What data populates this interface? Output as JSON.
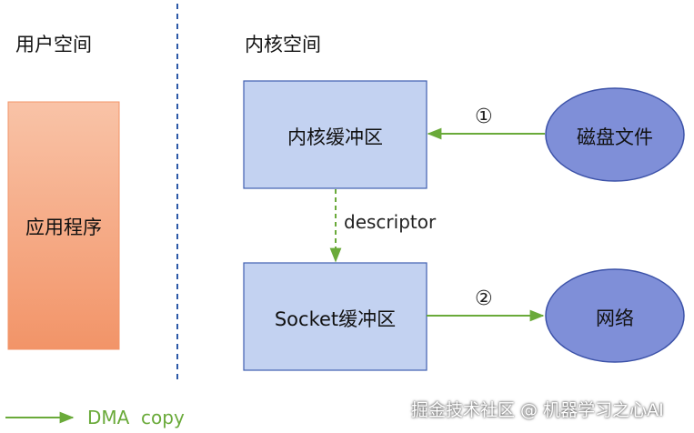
{
  "regions": {
    "user_space": "用户空间",
    "kernel_space": "内核空间"
  },
  "nodes": {
    "app": "应用程序",
    "kernel_buffer": "内核缓冲区",
    "socket_buffer": "Socket缓冲区",
    "disk_file": "磁盘文件",
    "network": "网络"
  },
  "edges": {
    "descriptor": "descriptor",
    "step1": "①",
    "step2": "②"
  },
  "legend": {
    "dma_copy": "DMA  copy"
  },
  "watermark": "掘金技术社区 @ 机器学习之心AI",
  "colors": {
    "app_fill_top": "#f9c3a7",
    "app_fill_bottom": "#f29468",
    "box_fill": "#c3d2f1",
    "box_stroke": "#3f5fb0",
    "ellipse_fill": "#7f8fd8",
    "ellipse_stroke": "#3c52a8",
    "arrow": "#6aaa3a",
    "divider": "#2e5aa8"
  }
}
